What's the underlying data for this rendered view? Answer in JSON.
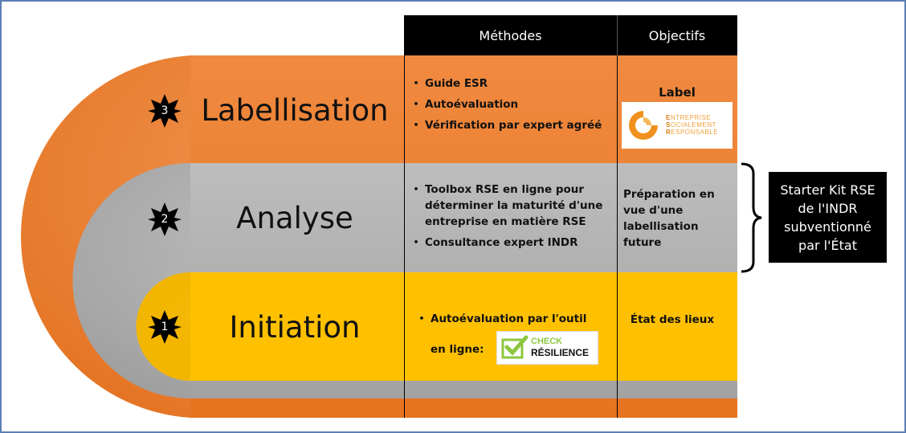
{
  "headers": {
    "methods": "Méthodes",
    "objectives": "Objectifs"
  },
  "levels": {
    "labellisation": {
      "number": "3",
      "title": "Labellisation",
      "methods": [
        "Guide ESR",
        "Autoévaluation",
        "Vérification par expert agréé"
      ],
      "objective": "Label",
      "logo": {
        "line1_initial": "E",
        "line1_rest": "NTREPRISE",
        "line2_initial": "S",
        "line2_rest": "OCIALEMENT",
        "line3_initial": "R",
        "line3_rest": "ESPONSABLE"
      }
    },
    "analyse": {
      "number": "2",
      "title": "Analyse",
      "methods": [
        "Toolbox RSE en ligne pour déterminer la maturité d'une entreprise en matière RSE",
        "Consultance expert INDR"
      ],
      "objective": "Préparation en vue d'une labellisation future"
    },
    "initiation": {
      "number": "1",
      "title": "Initiation",
      "method_line1": "Autoévaluation par l'outil",
      "method_line2": "en ligne:",
      "check_logo": {
        "line1": "CHECK",
        "line2": "RÉSILIENCE"
      },
      "objective": "État des lieux"
    }
  },
  "starter_kit": {
    "text": "Starter Kit RSE de l'INDR subventionné par l'État"
  },
  "colors": {
    "orange": "#ed7d31",
    "orange_light": "#f4a566",
    "gray": "#a5a5a5",
    "gray_light": "#c6c6c6",
    "yellow": "#ffc000",
    "yellow_light": "#ffe680",
    "black": "#000000",
    "check_green": "#8dc63f"
  }
}
